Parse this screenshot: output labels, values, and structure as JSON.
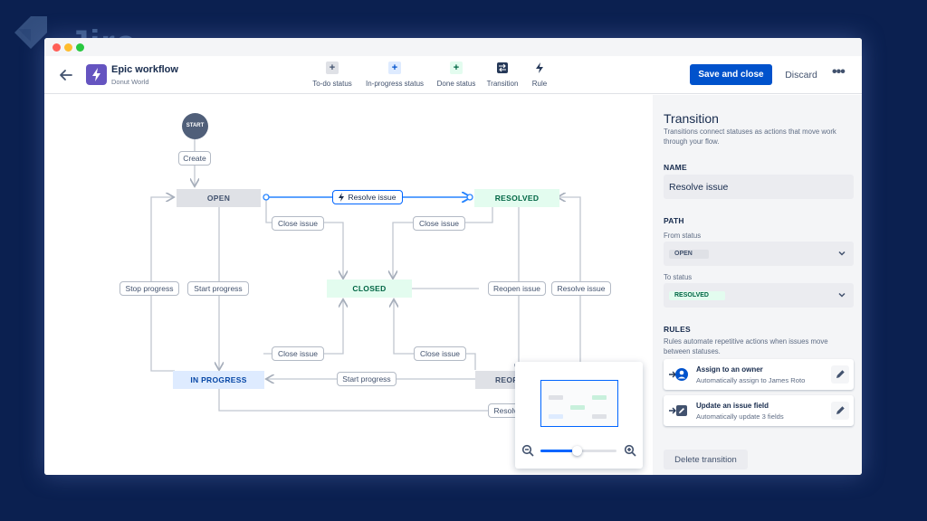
{
  "brand": {
    "wordmark": "Jira"
  },
  "window": {
    "dot_colors": [
      "#ff5f57",
      "#febc2e",
      "#28c840"
    ]
  },
  "header": {
    "title": "Epic workflow",
    "subtitle": "Donut World",
    "tools": [
      {
        "label": "To-do status",
        "icon": "plus-icon",
        "color": "#42526e",
        "bg": "#dfe1e6"
      },
      {
        "label": "In-progress status",
        "icon": "plus-icon",
        "color": "#0052cc",
        "bg": "#deebff"
      },
      {
        "label": "Done status",
        "icon": "plus-icon",
        "color": "#006644",
        "bg": "#e3fcef"
      },
      {
        "label": "Transition",
        "icon": "transition-icon"
      },
      {
        "label": "Rule",
        "icon": "lightning-icon"
      }
    ],
    "save_label": "Save and close",
    "discard_label": "Discard",
    "more_icon": "more-icon"
  },
  "diagram": {
    "start_label": "START",
    "statuses": {
      "open": "OPEN",
      "resolved": "RESOLVED",
      "closed": "CLOSED",
      "in_progress": "IN PROGRESS",
      "reopened": "REOPENED"
    },
    "transitions": {
      "create": "Create",
      "resolve_top": "Resolve issue",
      "close_open": "Close issue",
      "close_resolved": "Close issue",
      "stop_progress": "Stop progress",
      "start_progress_open": "Start progress",
      "reopen": "Reopen issue",
      "resolve_right": "Resolve issue",
      "close_inprog": "Close issue",
      "close_reopened": "Close issue",
      "start_progress_reopened": "Start progress",
      "resolve_bottom": "Resolve issue"
    }
  },
  "minimap": {
    "zoom_level": 0.48
  },
  "panel": {
    "title": "Transition",
    "description": "Transitions connect statuses as actions that move work through your flow.",
    "name_label": "NAME",
    "name_value": "Resolve issue",
    "path_label": "PATH",
    "from_label": "From status",
    "from_value": "OPEN",
    "to_label": "To status",
    "to_value": "RESOLVED",
    "rules_label": "RULES",
    "rules_desc": "Rules automate repetitive actions when issues move between statuses.",
    "rules": [
      {
        "title": "Assign to an owner",
        "subtitle": "Automatically assign to James Roto",
        "icon": "assign-user-icon"
      },
      {
        "title": "Update an issue field",
        "subtitle": "Automatically update 3 fields",
        "icon": "update-field-icon"
      }
    ],
    "delete_label": "Delete transition"
  }
}
